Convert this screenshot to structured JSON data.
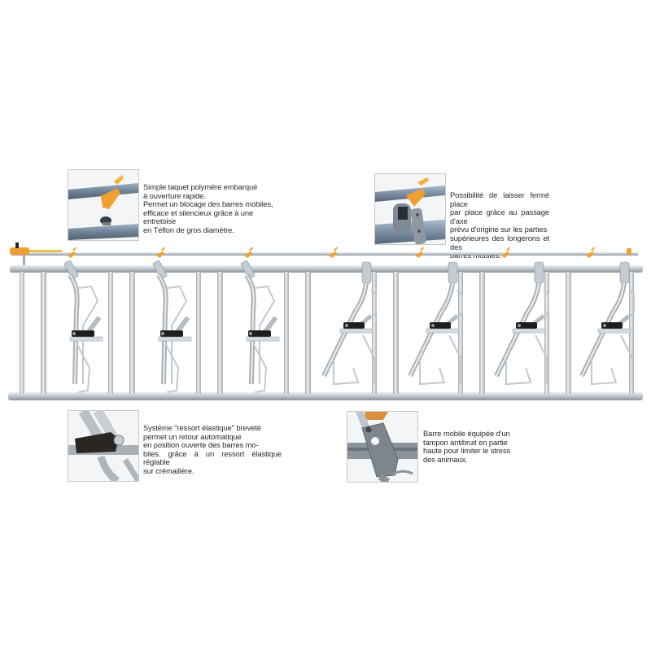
{
  "callouts": [
    {
      "id": "taquet",
      "thumb_subject": "orange polymer latch on galvanized rail",
      "lines": [
        "Simple taquet polymère embarqué",
        "à ouverture rapide.",
        "Permet un blocage des barres mobiles,",
        "efficace et silencieux grâce à une entretoise",
        "en Téflon de gros diamètre."
      ]
    },
    {
      "id": "ferme",
      "thumb_subject": "latch with axle passage on rail plate",
      "lines": [
        "Possibilité de laisser fermé place",
        "par place grâce au passage d'axe",
        "prévu d'origine sur les parties",
        "supérieures des longerons et des",
        "barres mobiles."
      ]
    },
    {
      "id": "ressort",
      "thumb_subject": "black elastic spring block on bar",
      "lines": [
        "Système \"ressort élastique\" breveté",
        "permet un retour automatique",
        "en position ouverte des barres mo-",
        "biles. grâce à un ressort élastique réglable",
        "sur crémaillère."
      ]
    },
    {
      "id": "tampon",
      "thumb_subject": "mobile bar top plate with anti-noise pad",
      "lines": [
        "Barre mobile équipée d'un",
        "tampon antibruit en partie",
        "haute pour limiter le stress",
        "des animaux."
      ]
    }
  ],
  "gate": {
    "bays": 7,
    "closed_bays": 3,
    "open_bays": 4,
    "colors": {
      "steel": "#b9c0c6",
      "steel_dark": "#8d969d",
      "steel_light": "#e3e7ea",
      "latch": "#f0a030",
      "spring_block": "#1e1e1e"
    }
  }
}
